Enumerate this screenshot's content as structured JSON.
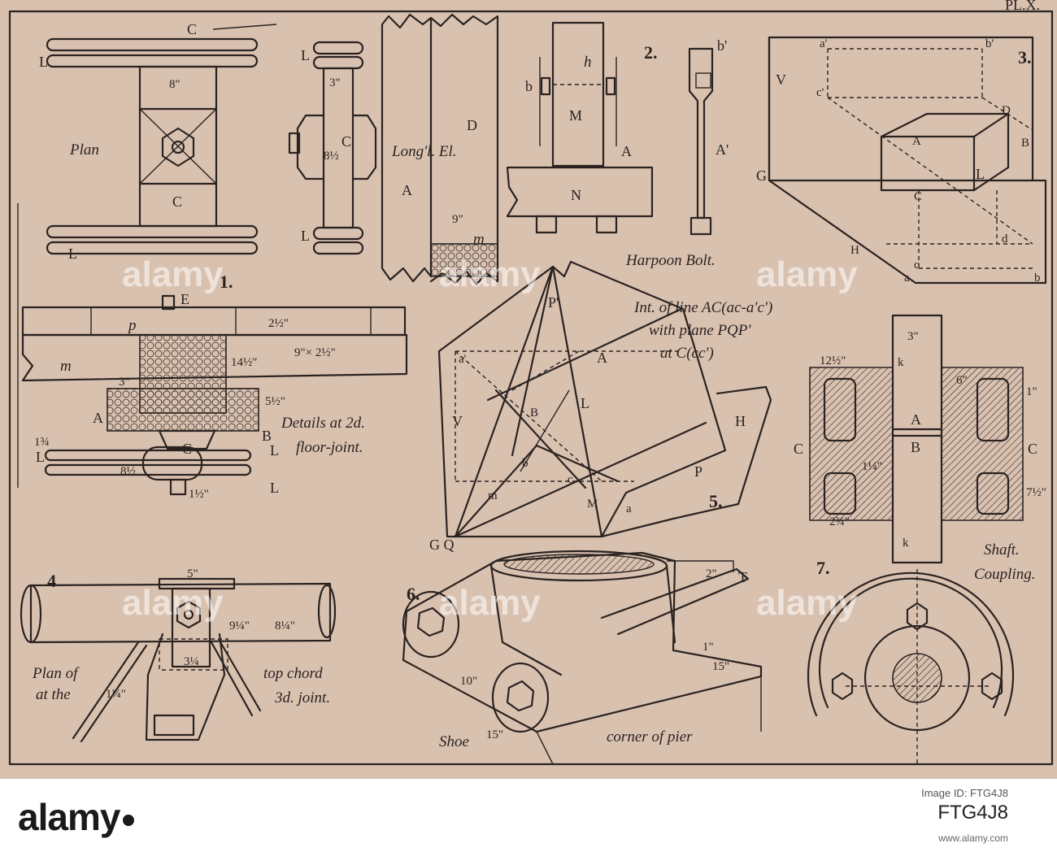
{
  "plate": {
    "corner_mark": "PL.X.",
    "background": "#d9c1b0",
    "ink": "#2a2320"
  },
  "fig1": {
    "number": "1.",
    "plan": "Plan",
    "C": "C",
    "L": "L",
    "d8": "8\"",
    "d3": "3\"",
    "d8half": "8½",
    "long_el": "Long'l. El.",
    "A": "A",
    "D": "D",
    "d9": "9\"",
    "m": "m",
    "details": "Details at 2d.",
    "floor_joint": "floor-joint.",
    "E": "E",
    "p": "p",
    "d2half": "2½\"",
    "d9x2": "9\"× 2½\"",
    "d14": "14½\"",
    "d5": "5½\"",
    "d134": "1¾",
    "d12": "1½\"",
    "B": "B"
  },
  "fig2": {
    "number": "2.",
    "h": "h",
    "b": "b",
    "M": "M",
    "A": "A",
    "N": "N",
    "bprime": "b'",
    "Aprime": "A'",
    "caption": "Harpoon Bolt."
  },
  "fig3": {
    "number": "3.",
    "V": "V",
    "aprime": "a'",
    "bprime": "b'",
    "cprime": "c'",
    "D": "D",
    "A": "A",
    "B": "B",
    "C": "C",
    "L": "L",
    "G": "G",
    "H": "H",
    "a": "a",
    "b": "b",
    "c": "c",
    "d": "d"
  },
  "fig4": {
    "number": "4",
    "d5": "5\"",
    "d9": "9¼\"",
    "d8": "8¼\"",
    "d3": "3¼",
    "d1": "1¼\"",
    "plan_of": "Plan of",
    "at_the": "at the",
    "top_chord": "top chord",
    "third_joint": "3d. joint."
  },
  "fig5": {
    "number": "5.",
    "title1": "Int. of line AC(ac-a'c')",
    "title2": "with plane PQP'",
    "title3": "at C(cc')",
    "Pprime": "P'",
    "aprime": "a'",
    "A": "A",
    "V": "V",
    "L": "L",
    "H": "H",
    "P": "P",
    "B": "B",
    "b": "b",
    "c": "c",
    "m": "m",
    "M": "M",
    "a": "a",
    "GQ": "G Q"
  },
  "fig6": {
    "number": "6.",
    "d2": "2\"",
    "T": "T",
    "d1": "1\"",
    "d15a": "15\"",
    "d10": "10\"",
    "d15b": "15\"",
    "shoe": "Shoe",
    "corner": "corner of pier"
  },
  "fig7": {
    "number": "7.",
    "d3": "3\"",
    "d12": "12½\"",
    "d6": "6\"",
    "d1": "1\"",
    "k": "k",
    "A": "A",
    "B": "B",
    "C": "C",
    "d1q": "1¼\"",
    "d23": "2¾\"",
    "d7": "7½\"",
    "shaft": "Shaft.",
    "coupling": "Coupling."
  },
  "watermark": "alamy",
  "footer": {
    "logo": "alamy",
    "image_id_label": "Image ID: FTG4J8",
    "image_id": "FTG4J8",
    "url": "www.alamy.com"
  }
}
